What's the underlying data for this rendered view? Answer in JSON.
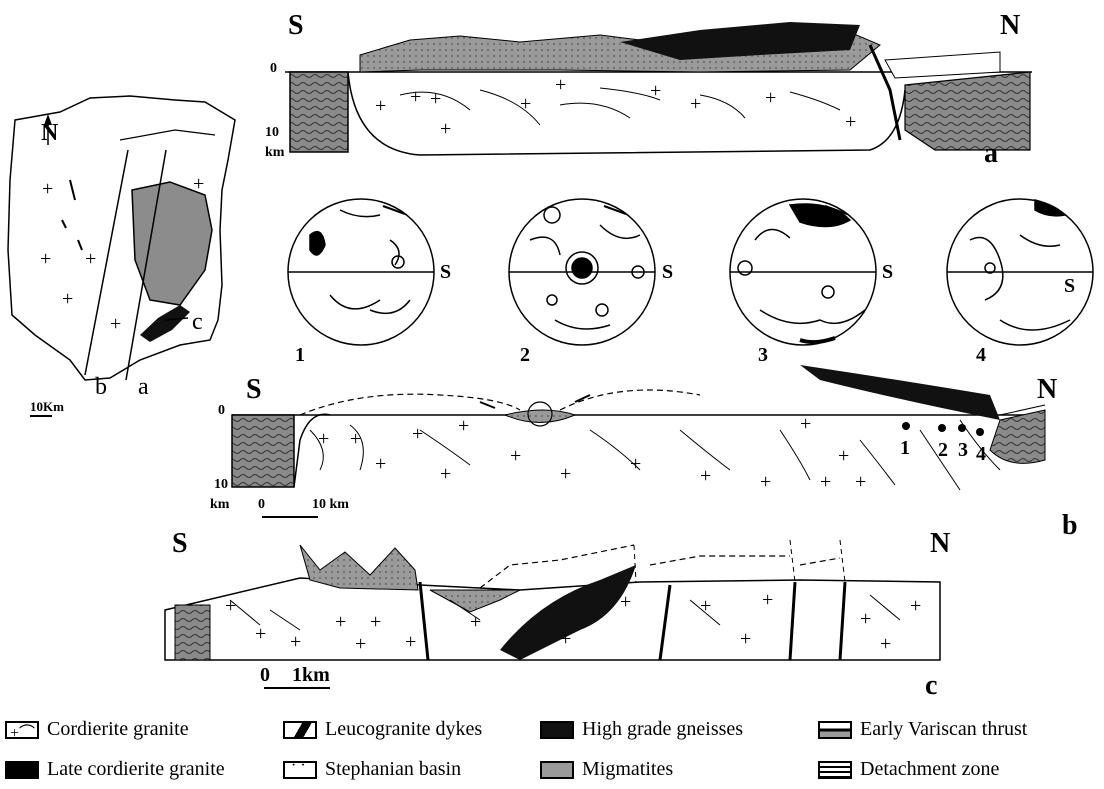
{
  "inset_map": {
    "north": "N",
    "scale": "10Km",
    "profile_a": "a",
    "profile_b": "b",
    "profile_c": "c"
  },
  "section_a": {
    "south": "S",
    "north": "N",
    "depth_top": "0",
    "depth_bottom": "10",
    "depth_unit": "km",
    "label": "a"
  },
  "stereonets": {
    "axis_label": "S",
    "nets": [
      {
        "label": "1"
      },
      {
        "label": "2"
      },
      {
        "label": "3"
      },
      {
        "label": "4"
      }
    ]
  },
  "section_b": {
    "south": "S",
    "north": "N",
    "depth_top": "0",
    "depth_bottom": "10",
    "depth_unit": "km",
    "scale_start": "0",
    "scale_end": "10 km",
    "label": "b",
    "site_labels": [
      "1",
      "2",
      "3",
      "4"
    ]
  },
  "section_c": {
    "south": "S",
    "north": "N",
    "scale_start": "0",
    "scale_end": "1km",
    "label": "c"
  },
  "legend": [
    {
      "label": "Cordierite granite"
    },
    {
      "label": "Leucogranite dykes"
    },
    {
      "label": "High grade gneisses"
    },
    {
      "label": "Early Variscan thrust"
    },
    {
      "label": "Late cordierite granite"
    },
    {
      "label": "Stephanian basin"
    },
    {
      "label": "Migmatites"
    },
    {
      "label": "Detachment zone"
    }
  ],
  "colors": {
    "black": "#000000",
    "migmatite": "#9a9a9a",
    "detachment": "#707070",
    "gneiss": "#111111"
  }
}
